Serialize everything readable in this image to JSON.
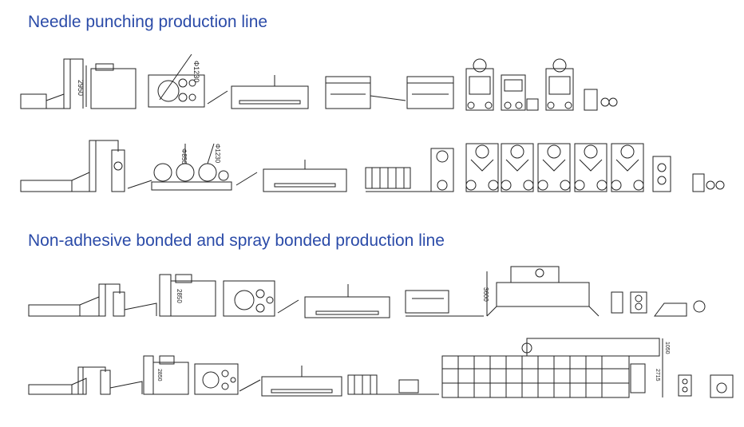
{
  "sections": [
    {
      "title": "Needle punching production line"
    },
    {
      "title": "Non-adhesive bonded and spray bonded production line"
    }
  ],
  "dimensions": {
    "row1_height": "2950",
    "row1_cylinder": "Φ1230",
    "row2_cylinder_a": "Φ850",
    "row2_cylinder_b": "Φ1230",
    "row3_height": "2850",
    "row3_oven_height": "3600",
    "row4_height": "2850",
    "row4_oven_a": "2715",
    "row4_oven_b": "1050"
  },
  "colors": {
    "title": "#2b4ba8",
    "line": "#222222"
  }
}
